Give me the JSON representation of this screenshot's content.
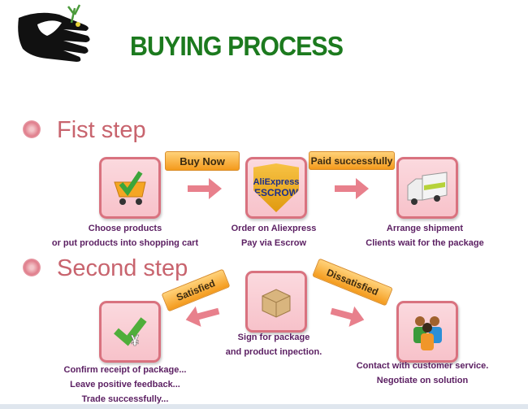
{
  "header": {
    "title": "BUYING PROCESS"
  },
  "steps": [
    {
      "title": "Fist step",
      "labels": [
        "Buy Now",
        "Paid successfully"
      ],
      "items": [
        {
          "lines": [
            "Choose products",
            "or put products into shopping cart"
          ],
          "icon": "shopping-cart-icon"
        },
        {
          "lines": [
            "Order on Aliexpress",
            "Pay via Escrow"
          ],
          "icon": "escrow-shield-icon",
          "badge": [
            "AliExpress",
            "ESCROW"
          ]
        },
        {
          "lines": [
            "Arrange shipment",
            "Clients wait for the package"
          ],
          "icon": "delivery-truck-icon"
        }
      ]
    },
    {
      "title": "Second step",
      "labels": [
        "Satisfied",
        "Dissatisfied"
      ],
      "items": [
        {
          "lines": [
            "Sign for package",
            "and product inpection."
          ],
          "icon": "package-box-icon"
        },
        {
          "lines": [
            "Confirm receipt of package...",
            "Leave positive feedback...",
            "Trade successfully..."
          ],
          "icon": "yen-check-icon"
        },
        {
          "lines": [
            "Contact with customer service.",
            "Negotiate on solution"
          ],
          "icon": "customer-service-people-icon"
        }
      ]
    }
  ],
  "colors": {
    "title": "#1c7a1e",
    "step": "#c8646e",
    "caption": "#5b1f62",
    "box_border": "#d9727f",
    "tag": "#f49a1c"
  }
}
